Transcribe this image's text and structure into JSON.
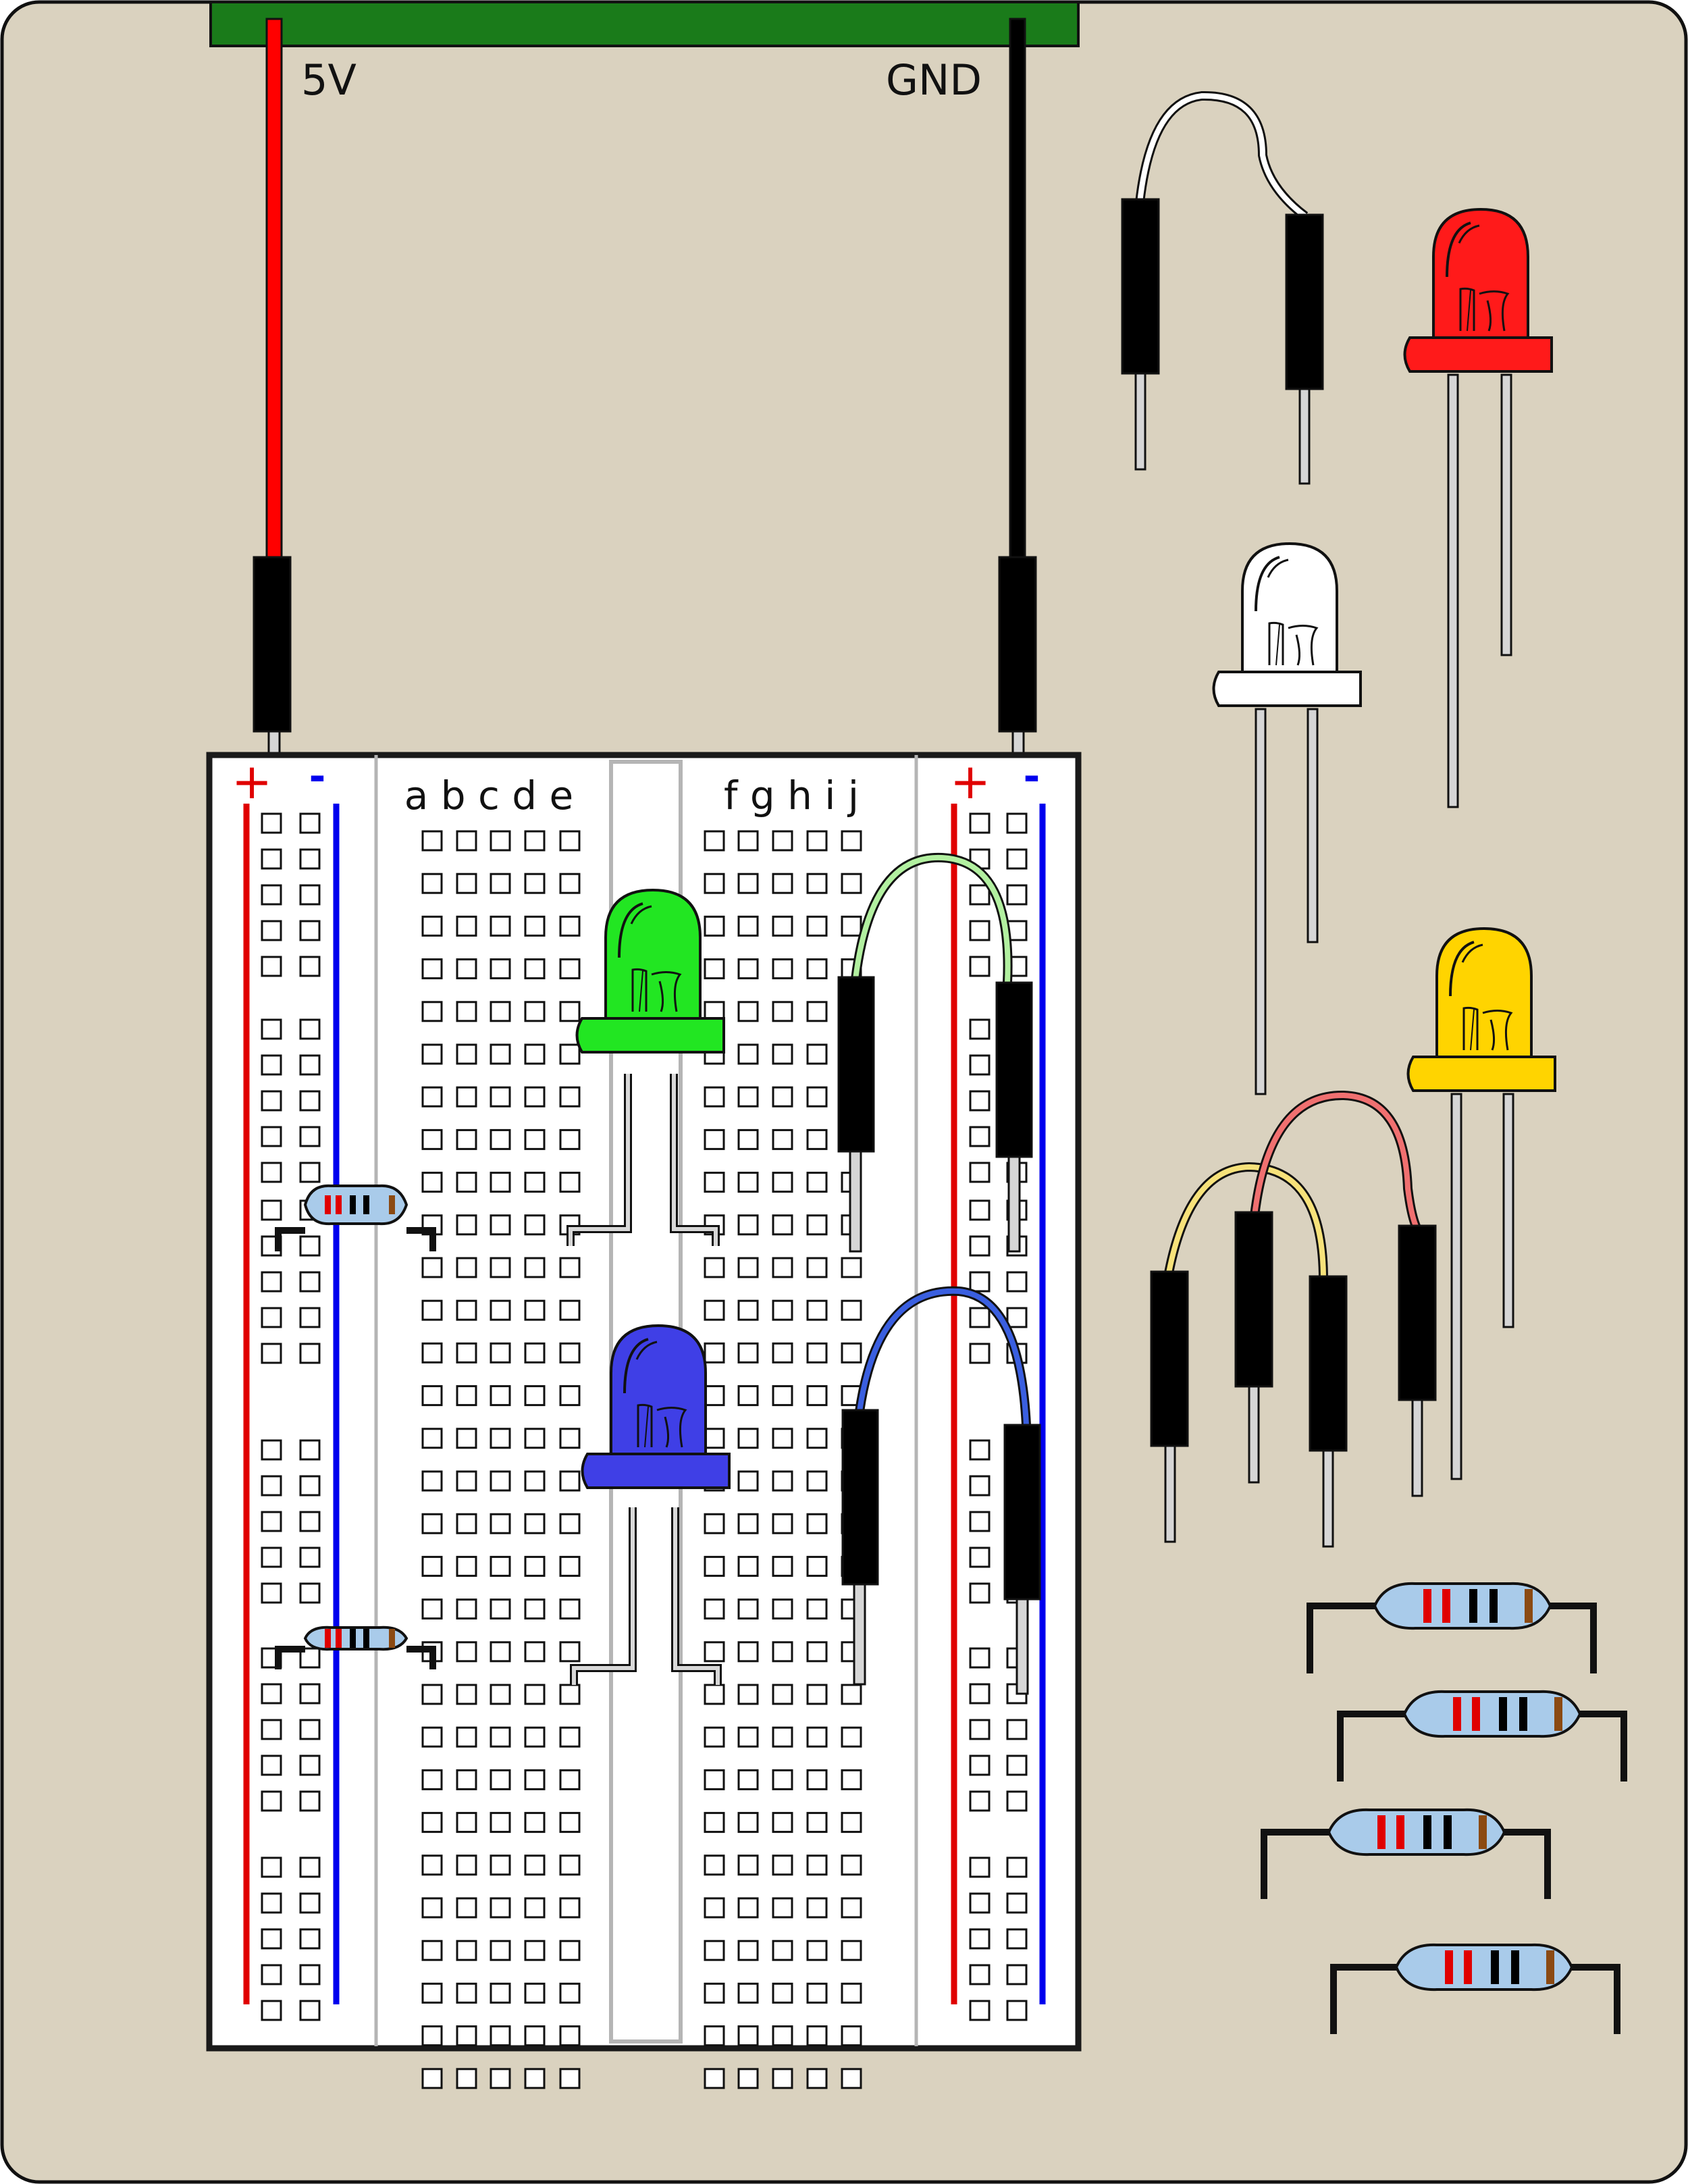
{
  "board": {
    "power_label": "5V",
    "ground_label": "GND",
    "rail_plus": "+",
    "rail_minus": "-",
    "columns_left": "a b c d e",
    "columns_right": "f g h i j"
  },
  "colors": {
    "background": "#dad2bf",
    "header_board": "#1a7b1a",
    "wire_5v": "#ff0000",
    "wire_gnd": "#000000",
    "rail_red": "#e00000",
    "rail_blue": "#0000ee",
    "led_green": "#22e622",
    "led_blue": "#3f3fe6",
    "led_red": "#ff1a1a",
    "led_white": "#ffffff",
    "led_yellow": "#ffd400",
    "jumper_green": "#b2f0a0",
    "jumper_blue": "#3a5fe0",
    "jumper_white": "#ffffff",
    "jumper_yellow": "#f7e27a",
    "jumper_red": "#f07070",
    "resistor_body": "#a9cbea"
  },
  "parts": {
    "placed_leds": [
      "led-green-icon",
      "led-blue-icon"
    ],
    "spare_leds": [
      "led-red-icon",
      "led-white-icon",
      "led-yellow-icon"
    ],
    "spare_resistors": 4,
    "placed_resistors": 2,
    "resistor_bands": [
      "#e00000",
      "#e00000",
      "#000000",
      "#000000",
      "#8b4a13"
    ]
  }
}
